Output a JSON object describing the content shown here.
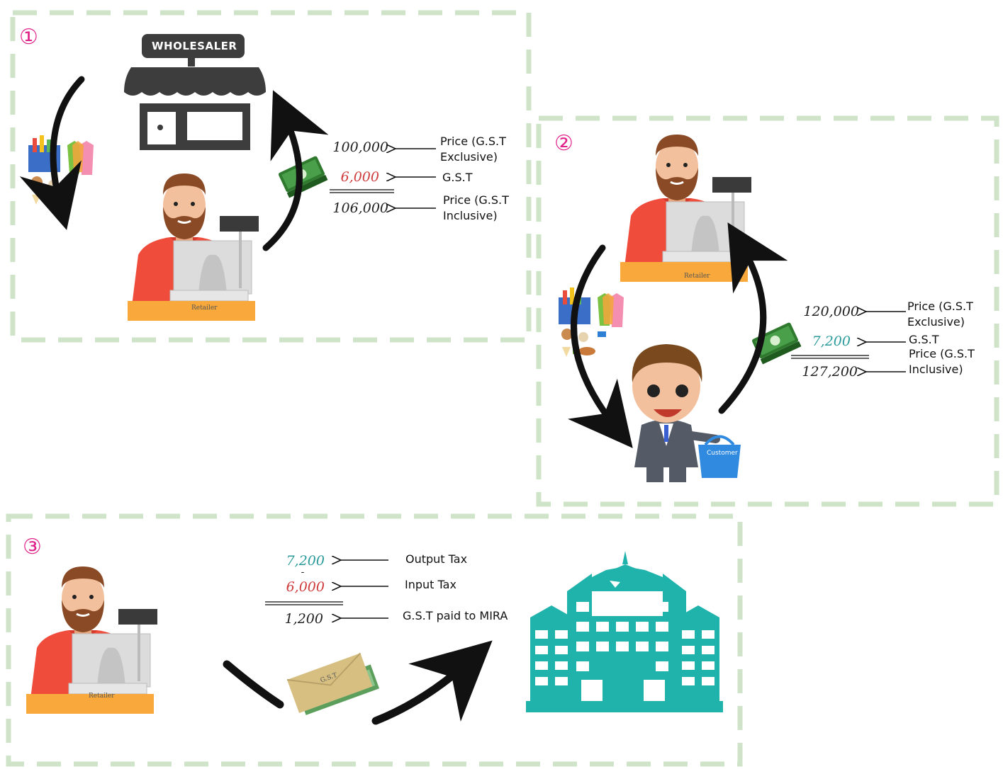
{
  "colors": {
    "frame": "#cfe3c8",
    "step_number": "#e0218a",
    "gst_red": "#cf3b3b",
    "output_teal": "#2a9a9a",
    "building": "#1fb3ab",
    "shop": "#3d3d3d",
    "retailer_shirt": "#f04c3c",
    "counter": "#f9a93c"
  },
  "panel1": {
    "step": "①",
    "shop_sign": "WHOLESALER",
    "rows": [
      {
        "value": "100,000",
        "label_line1": "Price (G.S.T",
        "label_line2": "Exclusive)"
      },
      {
        "value": "6,000",
        "label_line1": "G.S.T",
        "label_line2": ""
      },
      {
        "value": "106,000",
        "label_line1": "Price (G.S.T",
        "label_line2": "Inclusive)"
      }
    ],
    "register_label": "Retailer"
  },
  "panel2": {
    "step": "②",
    "rows": [
      {
        "value": "120,000",
        "label_line1": "Price (G.S.T",
        "label_line2": "Exclusive)"
      },
      {
        "value": "7,200",
        "label_line1": "G.S.T",
        "label_line2": ""
      },
      {
        "value": "127,200",
        "label_line1": "Price (G.S.T",
        "label_line2": "Inclusive)"
      }
    ],
    "register_label": "Retailer",
    "basket_label": "Customer"
  },
  "panel3": {
    "step": "③",
    "rows": [
      {
        "value": "7,200",
        "label": "Output Tax"
      },
      {
        "value": "6,000",
        "label": "Input Tax"
      },
      {
        "value": "1,200",
        "label": "G.S.T paid to MIRA"
      }
    ],
    "minus": "-",
    "register_label": "Retailer",
    "envelope_label": "G.S.T"
  },
  "icons": [
    "shop-icon",
    "retailer-icon",
    "customer-icon",
    "goods-icon",
    "cash-icon",
    "envelope-icon",
    "government-building-icon",
    "arrow-icon"
  ]
}
